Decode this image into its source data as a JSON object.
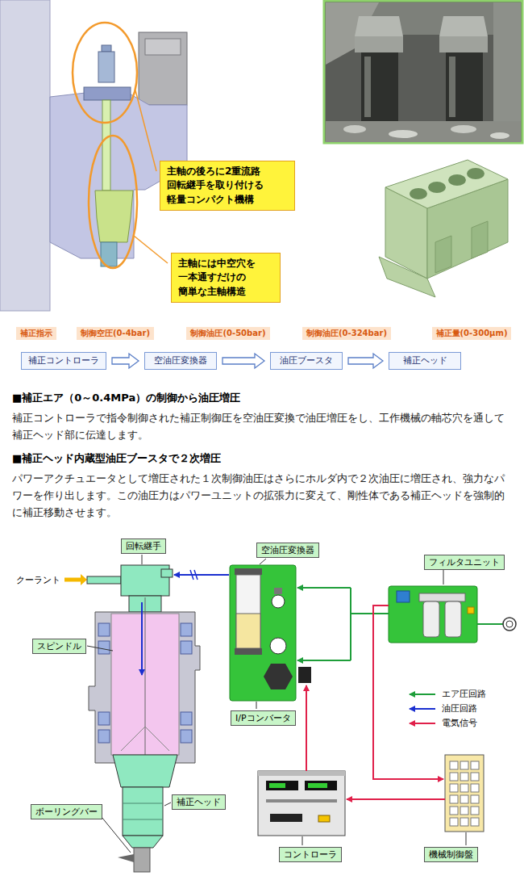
{
  "diagram": {
    "nodes": [
      {
        "text": [
          "主軸の後ろに2重流路 回転継手を取り付ける 軽量コンパクト機構"
        ]
      },
      {
        "text": [
          "主軸には中空穴を 一本通すだけの 簡単な主軸構造"
        ]
      },
      {
        "text": [
          "補正指示"
        ]
      },
      {
        "text": [
          "制御空圧(0-4bar)"
        ]
      },
      {
        "text": [
          "制御油圧(0-50bar)"
        ]
      },
      {
        "text": [
          "制御油圧(0-324bar)"
        ]
      },
      {
        "text": [
          "補正量(0-300μm)"
        ]
      },
      {
        "text": [
          "補正コントローラ"
        ]
      },
      {
        "text": [
          "空油圧変換器"
        ]
      },
      {
        "text": [
          "油圧ブースタ"
        ]
      },
      {
        "text": [
          "補正ヘッド"
        ]
      },
      {
        "text": [
          "回転継手"
        ]
      },
      {
        "text": [
          "空油圧変換器"
        ]
      },
      {
        "text": [
          "フィルタユニット"
        ]
      },
      {
        "text": [
          "スピンドル"
        ]
      },
      {
        "text": [
          "I/Pコンバータ"
        ]
      },
      {
        "text": [
          "補正ヘッド"
        ]
      },
      {
        "text": [
          "ボーリングバー"
        ]
      },
      {
        "text": [
          "コントローラ"
        ]
      },
      {
        "text": [
          "機械制御盤"
        ]
      }
    ],
    "edges": [
      {
        "from": 7,
        "to": 8,
        "arrow": "to"
      },
      {
        "from": 8,
        "to": 9,
        "arrow": "to"
      },
      {
        "from": 9,
        "to": 10,
        "arrow": "to"
      }
    ],
    "labels": [
      "■補正エア（0～0.4MPa）の制御から油圧増圧",
      "補正コントローラで指令制御された補正制御圧を空油圧変換で油圧増圧をし、工作機械の軸芯穴を通して補正ヘッド部に伝達します。",
      "■補正ヘッド内蔵型油圧ブースタで２次増圧",
      "パワーアクチュエータとして増圧された１次制御油圧はさらにホルダ内で２次油圧に増圧され、強力なパワーを作り出します。この油圧力はパワーユニットの拡張力に変えて、剛性体である補正ヘッドを強制的に補正移動させます。",
      "クーラント"
    ],
    "legend": [
      {
        "text": "エア圧回路"
      },
      {
        "text": "油圧回路"
      },
      {
        "text": "電気信号"
      }
    ]
  }
}
